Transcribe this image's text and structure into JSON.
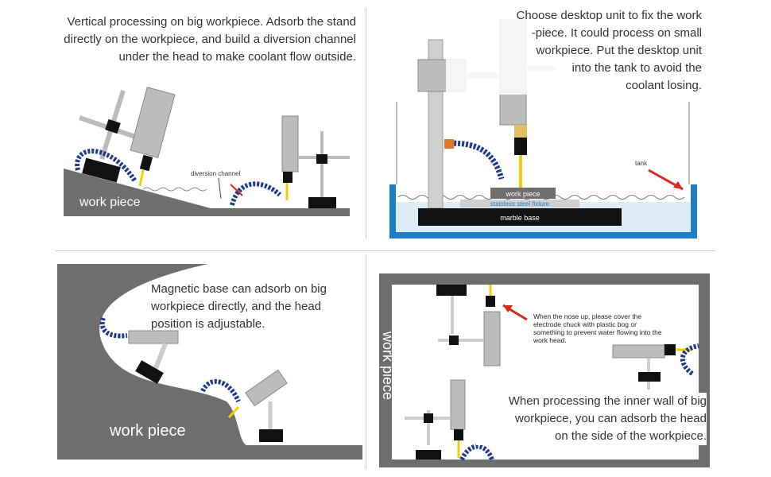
{
  "captions": {
    "top_left": [
      "Vertical processing on big workpiece. Adsorb the stand",
      "directly on the workpiece, and build a  diversion channel",
      "under the head to make coolant flow outside."
    ],
    "top_right": [
      "Choose desktop unit to fix the work",
      "-piece. It could process on small",
      "workpiece. Put the desktop unit",
      "into the tank to avoid the",
      "coolant losing."
    ],
    "bottom_left": [
      "Magnetic base can adsorb on big",
      "workpiece  directly, and the head",
      "position is adjustable."
    ],
    "bottom_right_note": [
      "When the nose up, please cover the",
      "electrode chuck with plastic bog or",
      "something to prevent  water flowing into the",
      "work head."
    ],
    "bottom_right": [
      "When processing the inner wall of big",
      "workpiece, you can adsorb the head",
      "on the side of the workpiece."
    ]
  },
  "labels": {
    "work_piece": "work piece",
    "diversion_channel": "diversion channel",
    "tank": "tank",
    "work_piece_small": "work piece",
    "fixture": "stainless steel fixture",
    "marble_base": "marble base"
  },
  "colors": {
    "gray_work": "#6e6e6e",
    "head_gray": "#bdbdbd",
    "hose_blue": "#1e3a8a",
    "tank_blue": "#1f7fc4",
    "arrow_red": "#d22a1c",
    "nozzle_yellow": "#f0d000"
  }
}
